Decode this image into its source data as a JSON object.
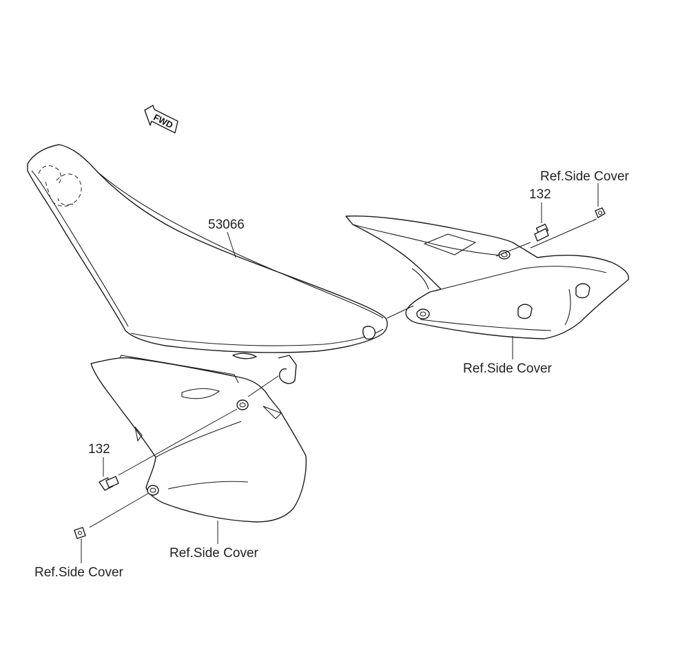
{
  "direction_marker": {
    "text": "FWD"
  },
  "callouts": {
    "seat": "53066",
    "bolt_right": "132",
    "bolt_left": "132",
    "ref_top_right": "Ref.Side Cover",
    "ref_right_cover": "Ref.Side Cover",
    "ref_left_cover": "Ref.Side Cover",
    "ref_left_small_bolt": "Ref.Side Cover"
  }
}
